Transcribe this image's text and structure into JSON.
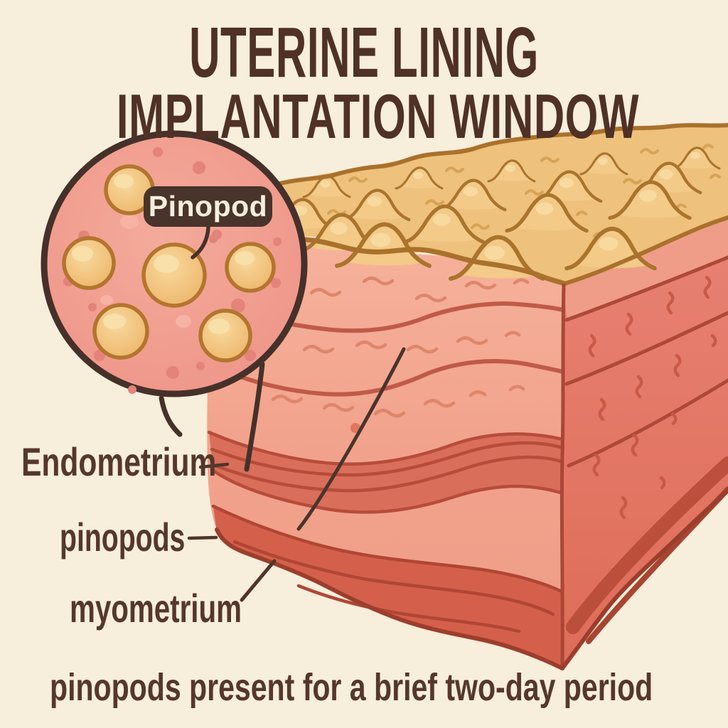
{
  "title": {
    "line1": "UTERINE LINING",
    "line2": "IMPLANTATION WINDOW"
  },
  "magnifier": {
    "badge_label": "Pinopod"
  },
  "labels": {
    "endometrium": "Endometrium",
    "pinopods": "pinopods",
    "myometrium": "myometrium"
  },
  "caption": "pinopods present for a brief two-day period",
  "colors": {
    "background": "#f8eedc",
    "title_text": "#4f3126",
    "label_text": "#55382b",
    "badge_background": "#48342b",
    "badge_text": "#f8eedd",
    "outline_brown": "#46312a",
    "surface_gold": "#eec17d",
    "bump_fill": "#f3ca88",
    "bump_outline": "#aa742d",
    "endometrium_pink": "#f3a78f",
    "layer_line_red": "#c05a48",
    "dark_band_red": "#d96e5a",
    "myometrium_red": "#e2715d",
    "right_face_line": "#ad4936",
    "bottom_edge_red": "#9c3e2d",
    "circle_fill": "#f09a8e",
    "circle_spot": "#e3837a",
    "pinopod_fill": "#f1c07b",
    "pinopod_outline": "#b3752e"
  }
}
